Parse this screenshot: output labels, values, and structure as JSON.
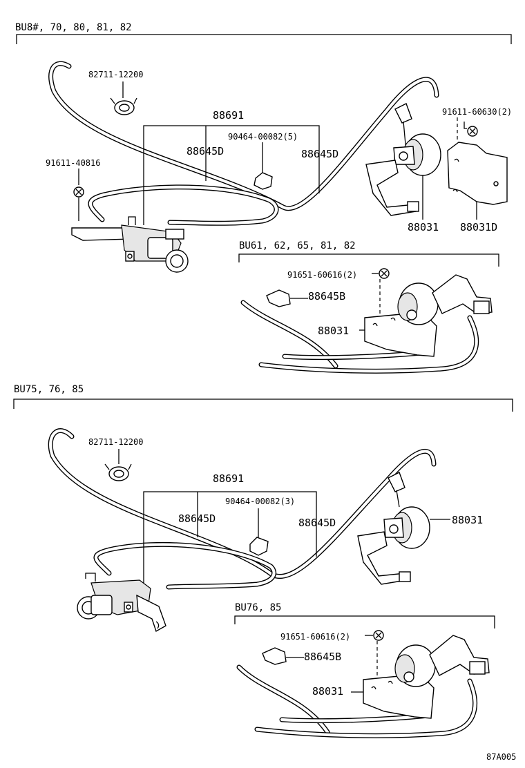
{
  "headers": {
    "top": "BU8#, 70, 80, 81, 82",
    "top_variant": "BU61, 62, 65, 81, 82",
    "bottom": "BU75, 76, 85",
    "bottom_variant": "BU76, 85"
  },
  "callouts_top": {
    "clamp": "82711-12200",
    "hose_set": "88691",
    "clip": "90464-00082(5)",
    "hose_left": "88645D",
    "hose_right": "88645D",
    "bolt_left": "91611-40816",
    "bolt_right": "91611-60630(2)",
    "actuator": "88031",
    "bracket": "88031D"
  },
  "callouts_top_variant": {
    "bolt": "91651-60616(2)",
    "hose": "88645B",
    "actuator": "88031"
  },
  "callouts_bottom": {
    "clamp": "82711-12200",
    "hose_set": "88691",
    "clip": "90464-00082(3)",
    "hose_left": "88645D",
    "hose_right": "88645D",
    "actuator": "88031"
  },
  "callouts_bottom_variant": {
    "bolt": "91651-60616(2)",
    "hose": "88645B",
    "actuator": "88031"
  },
  "figure_code": "87A005"
}
